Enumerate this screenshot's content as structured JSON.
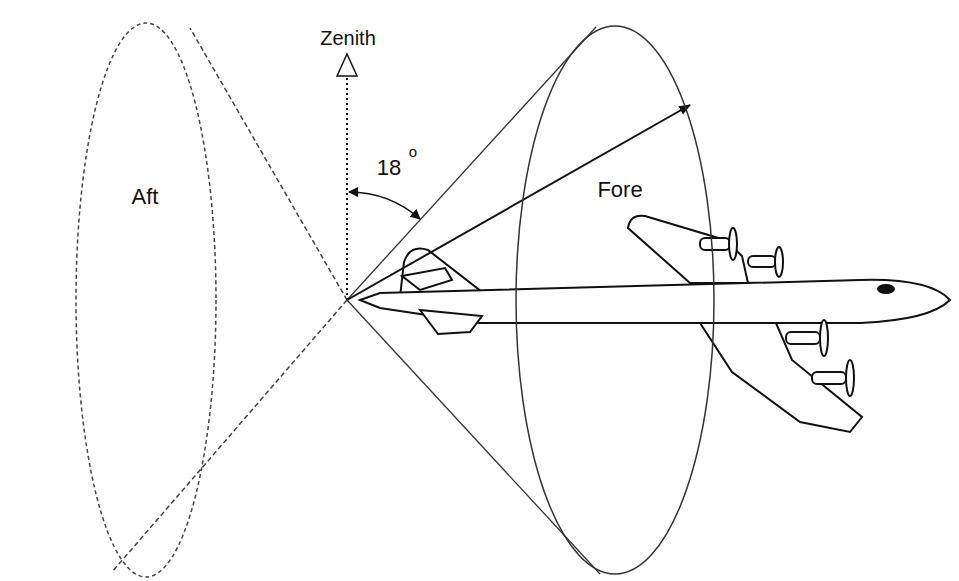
{
  "diagram": {
    "nodes": [
      {
        "text": [
          "Aft"
        ]
      },
      {
        "text": [
          "Fore"
        ]
      }
    ],
    "labels": [
      "Zenith",
      "18",
      "o"
    ]
  }
}
